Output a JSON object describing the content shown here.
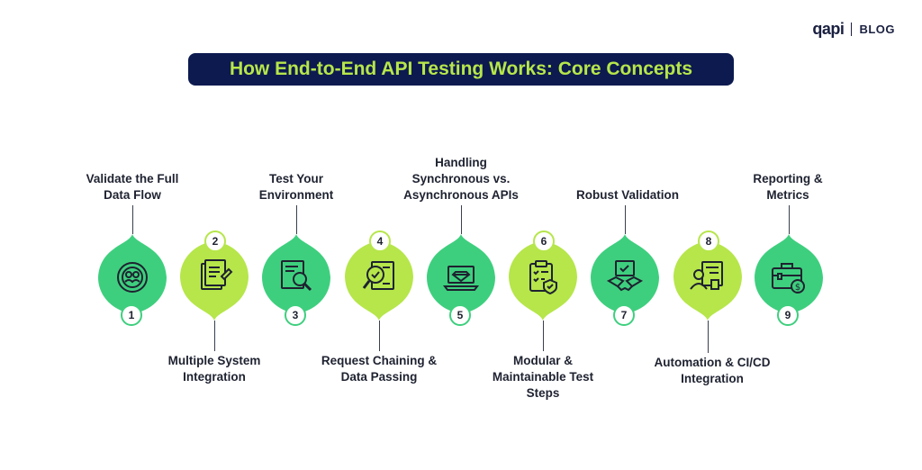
{
  "brand": {
    "logo_text": "qapi",
    "section": "BLOG"
  },
  "title": "How End-to-End API Testing Works: Core Concepts",
  "steps": [
    {
      "num": "1",
      "label_l1": "Validate the Full",
      "label_l2": "Data Flow",
      "color": "#3ecf7e",
      "icon": "user-check-icon"
    },
    {
      "num": "2",
      "label_l1": "Multiple System",
      "label_l2": "Integration",
      "color": "#b6e64a",
      "icon": "document-edit-icon"
    },
    {
      "num": "3",
      "label_l1": "Test Your",
      "label_l2": "Environment",
      "color": "#3ecf7e",
      "icon": "document-search-icon"
    },
    {
      "num": "4",
      "label_l1": "Request Chaining &",
      "label_l2": "Data Passing",
      "color": "#b6e64a",
      "icon": "magnify-document-icon"
    },
    {
      "num": "5",
      "label_l1": "Handling",
      "label_l2": "Synchronous vs.",
      "label_l3": "Asynchronous APIs",
      "color": "#3ecf7e",
      "icon": "laptop-diamond-icon"
    },
    {
      "num": "6",
      "label_l1": "Modular &",
      "label_l2": "Maintainable Test",
      "label_l3": "Steps",
      "color": "#b6e64a",
      "icon": "clipboard-check-icon"
    },
    {
      "num": "7",
      "label_l1": "Robust Validation",
      "color": "#3ecf7e",
      "icon": "handshake-icon"
    },
    {
      "num": "8",
      "label_l1": "Automation & CI/CD",
      "label_l2": "Integration",
      "color": "#b6e64a",
      "icon": "user-documents-icon"
    },
    {
      "num": "9",
      "label_l1": "Reporting &",
      "label_l2": "Metrics",
      "color": "#3ecf7e",
      "icon": "briefcase-dollar-icon"
    }
  ]
}
